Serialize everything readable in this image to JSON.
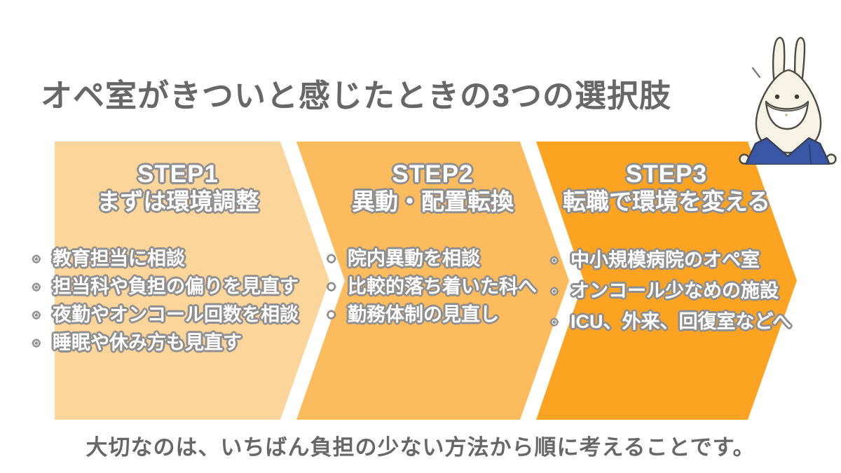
{
  "page": {
    "title": "オペ室がきついと感じたときの3つの選択肢",
    "footer_note": "大切なのは、いちばん負担の少ない方法から順に考えることです。",
    "background_color": "#ffffff",
    "text_color": "#676767",
    "text_outline_color": "#8f8f8f"
  },
  "mascot": {
    "description": "rabbit-nurse-in-blue-scrubs",
    "fur_color": "#f8f3e7",
    "scrub_color": "#3a56a6"
  },
  "steps": [
    {
      "label": "STEP1",
      "heading": "まずは環境調整",
      "color": "#fcd59b",
      "bullet_char": "◦",
      "items": [
        "教育担当に相談",
        "担当科や負担の偏りを見直す",
        "夜勤やオンコール回数を相談",
        "睡眠や休み方も見直す"
      ]
    },
    {
      "label": "STEP2",
      "heading": "異動・配置転換",
      "color": "#fcbb5c",
      "bullet_char": "•",
      "items": [
        "院内異動を相談",
        "比較的落ち着いた科へ",
        "勤務体制の見直し"
      ]
    },
    {
      "label": "STEP3",
      "heading": "転職で環境を変える",
      "color": "#fca321",
      "bullet_char": "◦",
      "items": [
        "中小規模病院のオペ室",
        "オンコール少なめの施設",
        "ICU、外来、回復室などへ"
      ]
    }
  ]
}
